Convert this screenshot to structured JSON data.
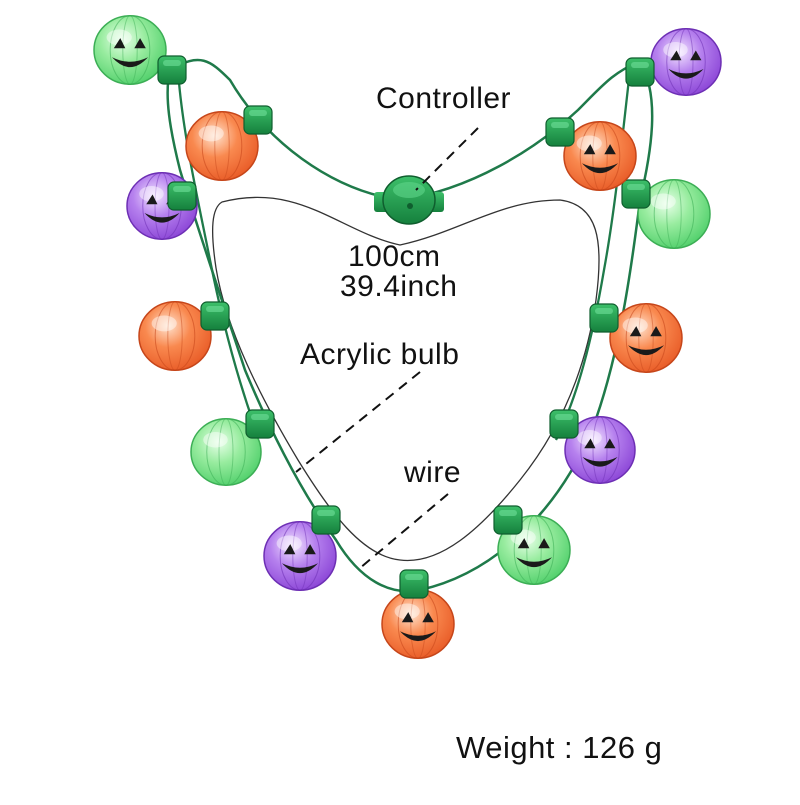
{
  "labels": {
    "controller": "Controller",
    "length_cm": "100cm",
    "length_inch": "39.4inch",
    "bulb": "Acrylic bulb",
    "wire": "wire",
    "weight": "Weight : 126 g"
  },
  "colors": {
    "wire": "#1f7a4a",
    "socket": "#1d9a4e",
    "green_bulb": "#7ee08c",
    "orange_bulb": "#f5703a",
    "purple_bulb": "#a55ee0",
    "face": "#1a1a1a",
    "outline": "#222222"
  },
  "bulbs": [
    {
      "color": "green",
      "face": true
    },
    {
      "color": "orange",
      "face": false
    },
    {
      "color": "purple",
      "face": true
    },
    {
      "color": "orange",
      "face": false
    },
    {
      "color": "green",
      "face": false
    },
    {
      "color": "purple",
      "face": true
    },
    {
      "color": "orange",
      "face": true
    },
    {
      "color": "green",
      "face": true
    },
    {
      "color": "purple",
      "face": true
    },
    {
      "color": "orange",
      "face": true
    },
    {
      "color": "green",
      "face": false
    },
    {
      "color": "orange",
      "face": true
    },
    {
      "color": "purple",
      "face": true
    }
  ]
}
